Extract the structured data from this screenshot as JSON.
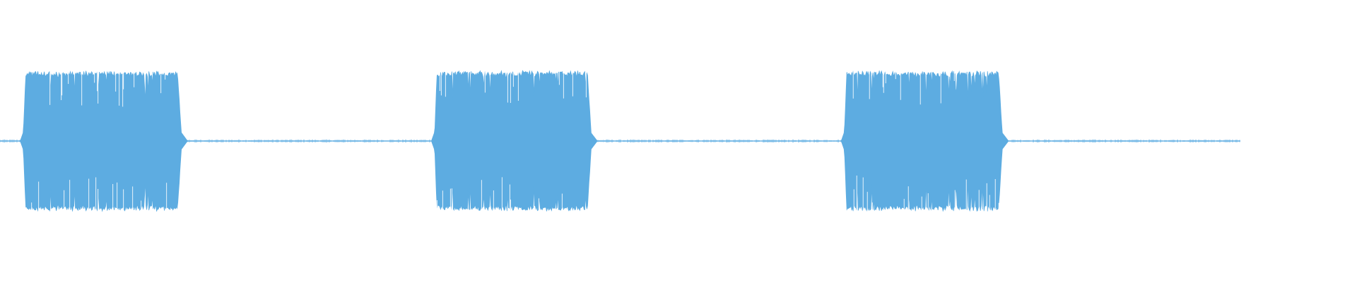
{
  "waveform": {
    "color": "#5dace1",
    "background": "#ffffff",
    "bursts": [
      {
        "start": 0.017,
        "end": 0.134
      },
      {
        "start": 0.32,
        "end": 0.436
      },
      {
        "start": 0.622,
        "end": 0.739
      }
    ],
    "signal_end": 0.914
  }
}
